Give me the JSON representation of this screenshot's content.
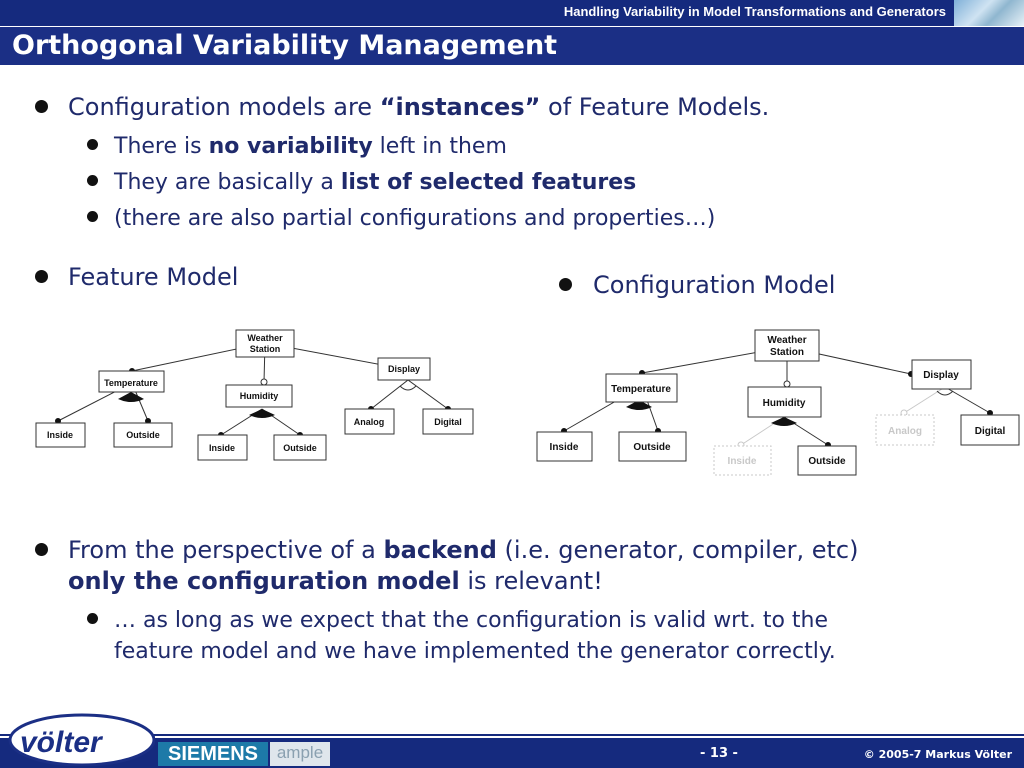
{
  "header": {
    "subtitle": "Handling Variability in Model Transformations and Generators",
    "title": "Orthogonal Variability Management"
  },
  "bullets": {
    "b1_pre": "Configuration models are ",
    "b1_bold": "“instances”",
    "b1_post": " of Feature Models.",
    "b1a_pre": "There is ",
    "b1a_bold": "no variability",
    "b1a_post": " left in them",
    "b1b_pre": "They are basically a ",
    "b1b_bold": "list of selected features",
    "b1c": "(there are also partial configurations and properties…)",
    "fm": "Feature Model",
    "cm": "Configuration Model",
    "b3_pre": "From the perspective of a ",
    "b3_bold": "backend",
    "b3_post": " (i.e. generator, compiler, etc)",
    "b3_bold2": "only the configuration model",
    "b3_post2": " is relevant!",
    "b3a_line1": "… as long as we expect that the configuration is valid wrt. to the",
    "b3a_line2": "feature model and we have implemented the generator correctly."
  },
  "feature_model": {
    "root": "Weather\nStation",
    "temperature": "Temperature",
    "humidity": "Humidity",
    "display": "Display",
    "inside_t": "Inside",
    "outside_t": "Outside",
    "inside_h": "Inside",
    "outside_h": "Outside",
    "analog": "Analog",
    "digital": "Digital"
  },
  "config_model": {
    "root": "Weather\nStation",
    "temperature": "Temperature",
    "humidity": "Humidity",
    "display": "Display",
    "inside_t": "Inside",
    "outside_t": "Outside",
    "inside_h": "Inside",
    "outside_h": "Outside",
    "analog": "Analog",
    "digital": "Digital"
  },
  "footer": {
    "logo": "völter",
    "siemens": "SIEMENS",
    "ample": "ample",
    "page": "- 13 -",
    "copyright": "© 2005-7  Markus Völter"
  },
  "colors": {
    "accent": "#152a7e",
    "text": "#1f2a6b"
  }
}
